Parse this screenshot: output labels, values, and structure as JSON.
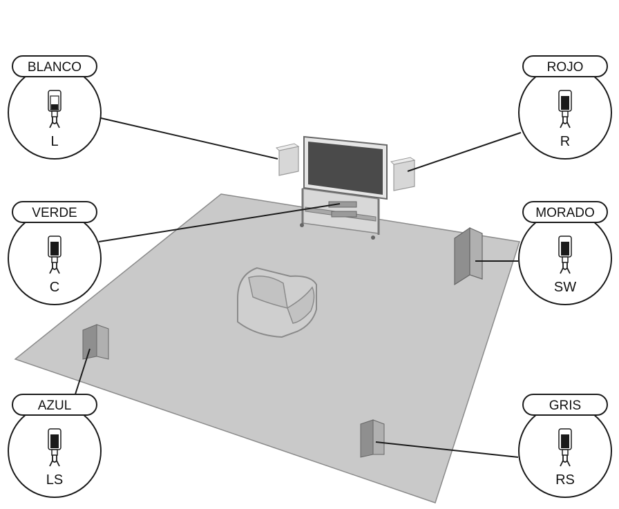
{
  "colors": {
    "floor": "#c9c9c9",
    "floor_edge": "#8a8a8a",
    "furniture": "#bdbdbd",
    "furniture_dark": "#8f8f8f",
    "line": "#1a1a1a"
  },
  "connectors": [
    {
      "id": "front-left",
      "color_name": "BLANCO",
      "code": "L",
      "plug_tone": "light"
    },
    {
      "id": "front-right",
      "color_name": "ROJO",
      "code": "R",
      "plug_tone": "dark"
    },
    {
      "id": "center",
      "color_name": "VERDE",
      "code": "C",
      "plug_tone": "dark"
    },
    {
      "id": "subwoofer",
      "color_name": "MORADO",
      "code": "SW",
      "plug_tone": "dark"
    },
    {
      "id": "surround-left",
      "color_name": "AZUL",
      "code": "LS",
      "plug_tone": "dark"
    },
    {
      "id": "surround-right",
      "color_name": "GRIS",
      "code": "RS",
      "plug_tone": "dark"
    }
  ]
}
